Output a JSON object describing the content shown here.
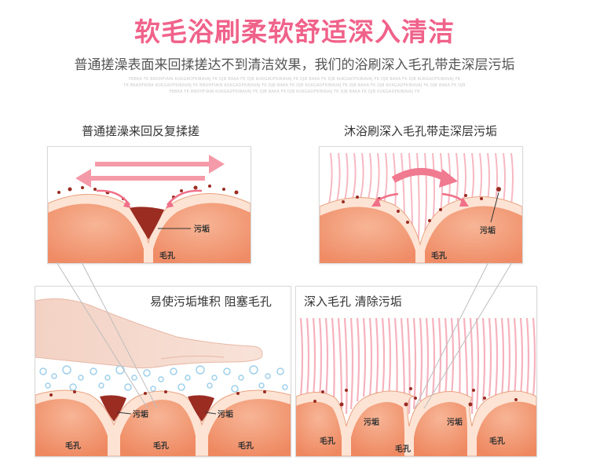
{
  "header": {
    "title": "软毛浴刷柔软舒适深入清洁",
    "subtitle": "普通搓澡表面来回揉搓达不到清洁效果，我们的浴刷深入毛孔带走深层污垢",
    "fine_print_1": "FBBKA FK BNDHFIAIN KUKGADFKIBAVAJ FK DJB BAKA FK DJB KUKGADFKIBAVAJ FK DJB BAKA FK DJB KUKGADFKIBAVAJ FK DJB BAKA FK DJB KUKGADFKIBAVAJ FK",
    "fine_print_2": "FK BKADFKIBA KUKGADFKIBAVAJ FK BNDHFIAIN KUKGADFKIBAVAJ FK DJB BAKA FK DJB KUKGADFKIBAVAJ FK DJB BAKA FK DJB KUKGADFKIBAVAJ FK DJB BAKA FK DJB",
    "fine_print_3": "FBBKA FK BNDHFIAIN KUKGADFKIBAVAJ FK DJB BAKA FK DJB KUKGADFKIBAVAJ FK DJB BAKA FK DJB KUKGADFKIBAVAJ FK"
  },
  "top_left": {
    "caption": "普通搓澡来回反复揉搓",
    "dirt_label": "污垢",
    "pore_label": "毛孔"
  },
  "top_right": {
    "caption": "沐浴刷深入毛孔带走深层污垢",
    "dirt_label": "污垢",
    "pore_label": "毛孔"
  },
  "bottom_left": {
    "caption": "易使污垢堆积 阻塞毛孔",
    "dirt_label_1": "污垢",
    "dirt_label_2": "污垢",
    "pore_label_1": "毛孔",
    "pore_label_2": "毛孔",
    "pore_label_3": "毛孔"
  },
  "bottom_right": {
    "caption": "深入毛孔 清除污垢",
    "dirt_label_1": "污垢",
    "dirt_label_2": "污垢",
    "pore_label_1": "毛孔",
    "pore_label_2": "毛孔",
    "pore_label_3": "毛孔"
  },
  "colors": {
    "accent_pink": "#f0628a",
    "skin_inner": "#f29a76",
    "skin_outer": "#fde3d4",
    "dirt": "#9a2c22",
    "arrow_pink": "#f59aa8",
    "bristle": "#f7b8c2"
  }
}
